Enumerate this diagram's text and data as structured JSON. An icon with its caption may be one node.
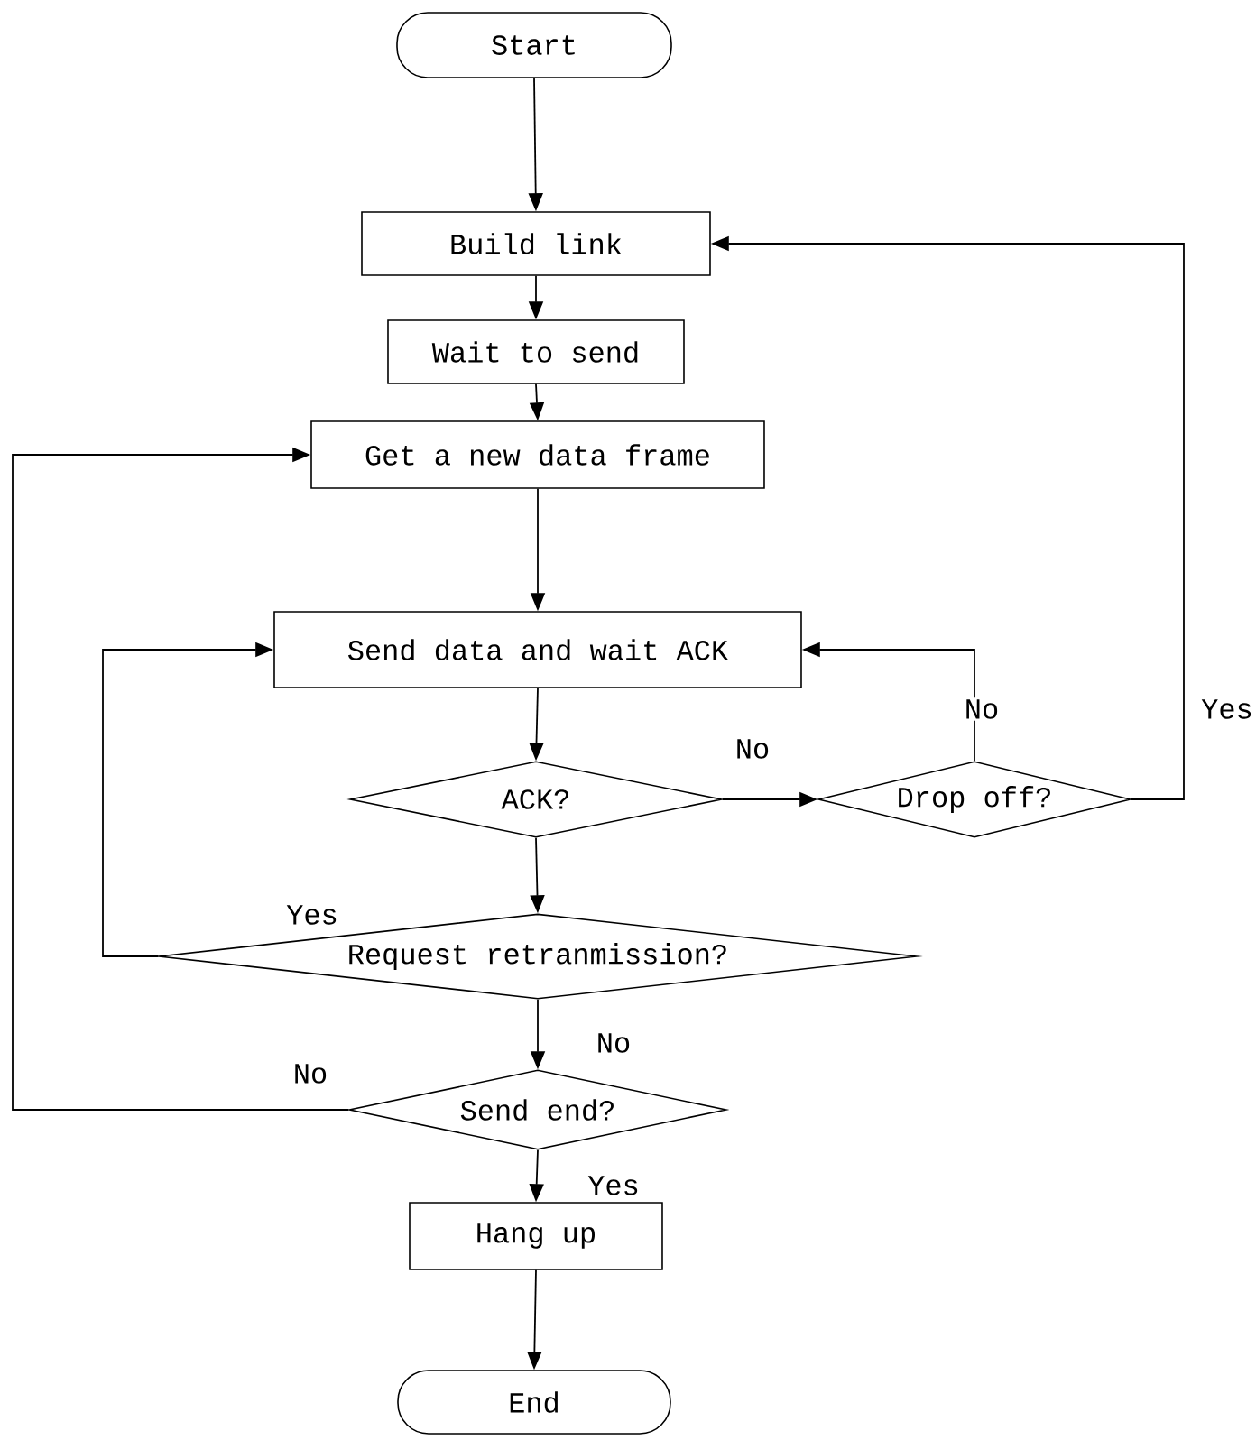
{
  "diagram": {
    "nodes": [
      {
        "text": [
          "Start"
        ]
      },
      {
        "text": [
          "Build link"
        ]
      },
      {
        "text": [
          "Wait to send"
        ]
      },
      {
        "text": [
          "Get a new data frame"
        ]
      },
      {
        "text": [
          "Send data and wait ACK"
        ]
      },
      {
        "text": [
          "ACK?"
        ]
      },
      {
        "text": [
          "Drop off?"
        ]
      },
      {
        "text": [
          "Request retranmission?"
        ]
      },
      {
        "text": [
          "Send end?"
        ]
      },
      {
        "text": [
          "Hang up"
        ]
      },
      {
        "text": [
          "End"
        ]
      }
    ],
    "edges": [
      {
        "from": 0,
        "to": 1,
        "arrow": "to"
      },
      {
        "from": 1,
        "to": 2,
        "arrow": "to"
      },
      {
        "from": 2,
        "to": 3,
        "arrow": "to"
      },
      {
        "from": 3,
        "to": 4,
        "arrow": "to"
      },
      {
        "from": 4,
        "to": 5,
        "arrow": "to"
      },
      {
        "from": 5,
        "to": 6,
        "arrow": "to",
        "label": "No"
      },
      {
        "from": 6,
        "to": 4,
        "arrow": "to",
        "label": "No"
      },
      {
        "from": 6,
        "to": 1,
        "arrow": "to",
        "label": "Yes"
      },
      {
        "from": 5,
        "to": 7,
        "arrow": "to"
      },
      {
        "from": 7,
        "to": 4,
        "arrow": "to",
        "label": "Yes"
      },
      {
        "from": 7,
        "to": 8,
        "arrow": "to",
        "label": "No"
      },
      {
        "from": 8,
        "to": 3,
        "arrow": "to",
        "label": "No"
      },
      {
        "from": 8,
        "to": 9,
        "arrow": "to",
        "label": "Yes"
      },
      {
        "from": 9,
        "to": 10,
        "arrow": "to"
      }
    ]
  }
}
